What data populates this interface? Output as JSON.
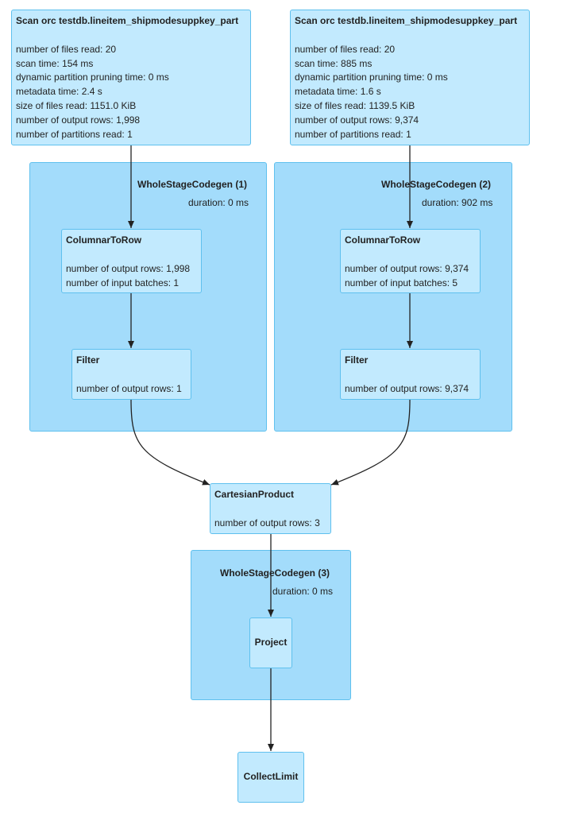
{
  "nodes": {
    "scan1": {
      "title": "Scan orc testdb.lineitem_shipmodesuppkey_part",
      "metrics": [
        "number of files read: 20",
        "scan time: 154 ms",
        "dynamic partition pruning time: 0 ms",
        "metadata time: 2.4 s",
        "size of files read: 1151.0 KiB",
        "number of output rows: 1,998",
        "number of partitions read: 1"
      ]
    },
    "scan2": {
      "title": "Scan orc testdb.lineitem_shipmodesuppkey_part",
      "metrics": [
        "number of files read: 20",
        "scan time: 885 ms",
        "dynamic partition pruning time: 0 ms",
        "metadata time: 1.6 s",
        "size of files read: 1139.5 KiB",
        "number of output rows: 9,374",
        "number of partitions read: 1"
      ]
    },
    "c2r1": {
      "title": "ColumnarToRow",
      "metrics": [
        "number of output rows: 1,998",
        "number of input batches: 1"
      ]
    },
    "filter1": {
      "title": "Filter",
      "metrics": [
        "number of output rows: 1"
      ]
    },
    "c2r2": {
      "title": "ColumnarToRow",
      "metrics": [
        "number of output rows: 9,374",
        "number of input batches: 5"
      ]
    },
    "filter2": {
      "title": "Filter",
      "metrics": [
        "number of output rows: 9,374"
      ]
    },
    "cartesian": {
      "title": "CartesianProduct",
      "metrics": [
        "number of output rows: 3"
      ]
    },
    "project": {
      "title": "Project"
    },
    "collect": {
      "title": "CollectLimit"
    }
  },
  "clusters": {
    "wsc1": {
      "title": "WholeStageCodegen (1)",
      "duration": "duration: 0 ms"
    },
    "wsc2": {
      "title": "WholeStageCodegen (2)",
      "duration": "duration: 902 ms"
    },
    "wsc3": {
      "title": "WholeStageCodegen (3)",
      "duration": "duration: 0 ms"
    }
  },
  "colors": {
    "cluster_fill": "#a3dcfb",
    "node_fill": "#c2eafe",
    "border": "#5fc0ee",
    "edge": "#222222"
  }
}
